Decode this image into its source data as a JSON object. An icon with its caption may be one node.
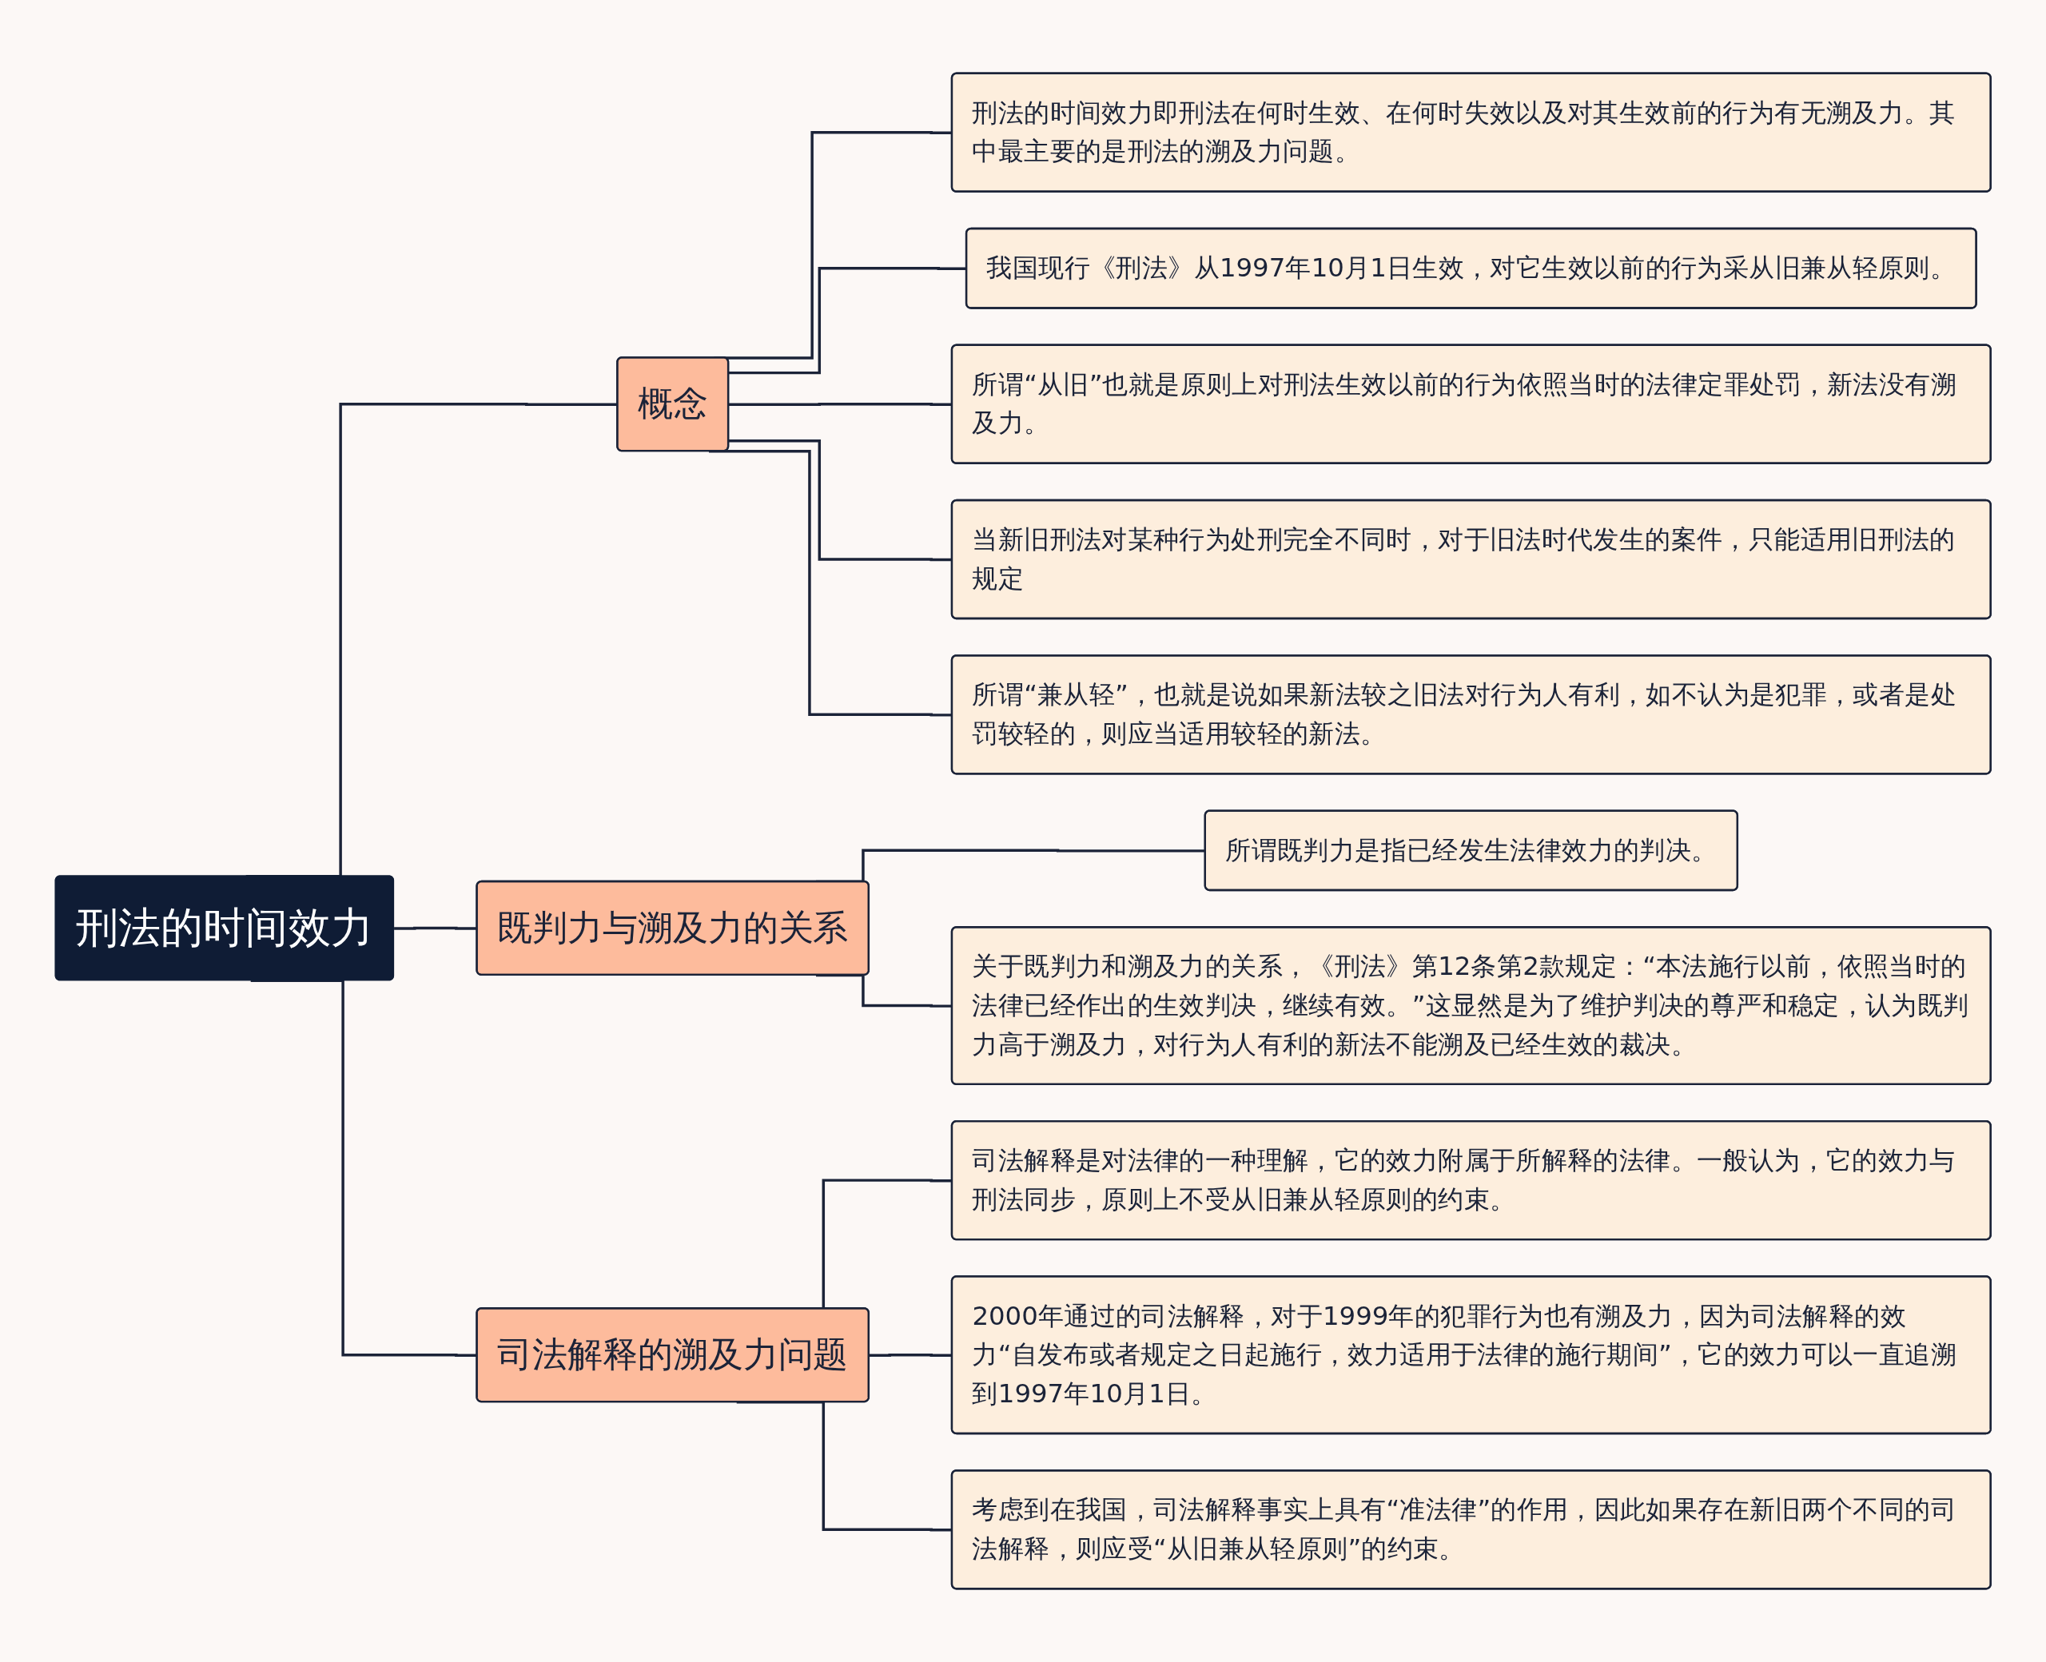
{
  "diagram": {
    "nodes": [
      {
        "text": [
          "刑法的时间效力"
        ]
      },
      {
        "text": [
          "概念"
        ]
      },
      {
        "text": [
          "刑法的时间效力即刑法在何时生效、在何时失效以及对其生效前的行为有无溯及力。其中最主要的是刑法的溯及力问题。"
        ]
      },
      {
        "text": [
          "我国现行《刑法》从1997年10月1日生效，对它生效以前的行为采从旧兼从轻原则。"
        ]
      },
      {
        "text": [
          "所谓“从旧”也就是原则上对刑法生效以前的行为依照当时的法律定罪处罚，新法没有溯及力。"
        ]
      },
      {
        "text": [
          "当新旧刑法对某种行为处刑完全不同时，对于旧法时代发生的案件，只能适用旧刑法的规定"
        ]
      },
      {
        "text": [
          "所谓“兼从轻”，也就是说如果新法较之旧法对行为人有利，如不认为是犯罪，或者是处罚较轻的，则应当适用较轻的新法。"
        ]
      },
      {
        "text": [
          "既判力与溯及力的关系"
        ]
      },
      {
        "text": [
          "所谓既判力是指已经发生法律效力的判决。"
        ]
      },
      {
        "text": [
          "关于既判力和溯及力的关系，《刑法》第12条第2款规定：“本法施行以前，依照当时的法律已经作出的生效判决，继续有效。”这显然是为了维护判决的尊严和稳定，认为既判力高于溯及力，对行为人有利的新法不能溯及已经生效的裁决。"
        ]
      },
      {
        "text": [
          "司法解释的溯及力问题"
        ]
      },
      {
        "text": [
          "司法解释是对法律的一种理解，它的效力附属于所解释的法律。一般认为，它的效力与刑法同步，原则上不受从旧兼从轻原则的约束。"
        ]
      },
      {
        "text": [
          "2000年通过的司法解释，对于1999年的犯罪行为也有溯及力，因为司法解释的效力“自发布或者规定之日起施行，效力适用于法律的施行期间”，它的效力可以一直追溯到1997年10月1日。"
        ]
      },
      {
        "text": [
          "考虑到在我国，司法解释事实上具有“准法律”的作用，因此如果存在新旧两个不同的司法解释，则应受“从旧兼从轻原则”的约束。"
        ]
      }
    ],
    "edges": [
      {
        "from": 0,
        "to": 1,
        "arrow": "none"
      },
      {
        "from": 1,
        "to": 2,
        "arrow": "none"
      },
      {
        "from": 1,
        "to": 3,
        "arrow": "none"
      },
      {
        "from": 1,
        "to": 4,
        "arrow": "none"
      },
      {
        "from": 1,
        "to": 5,
        "arrow": "none"
      },
      {
        "from": 1,
        "to": 6,
        "arrow": "none"
      },
      {
        "from": 0,
        "to": 7,
        "arrow": "none"
      },
      {
        "from": 7,
        "to": 8,
        "arrow": "none"
      },
      {
        "from": 7,
        "to": 9,
        "arrow": "none"
      },
      {
        "from": 0,
        "to": 10,
        "arrow": "none"
      },
      {
        "from": 10,
        "to": 11,
        "arrow": "none"
      },
      {
        "from": 10,
        "to": 12,
        "arrow": "none"
      },
      {
        "from": 10,
        "to": 13,
        "arrow": "none"
      }
    ]
  }
}
